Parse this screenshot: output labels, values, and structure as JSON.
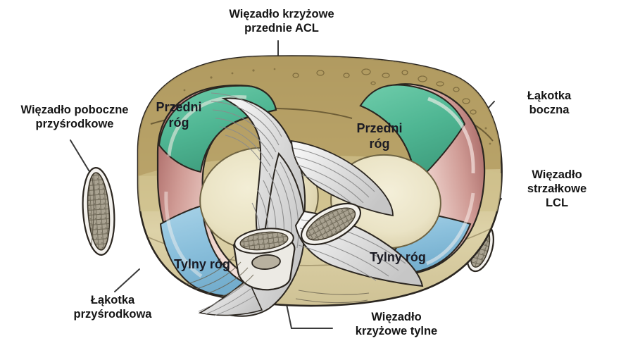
{
  "diagram": {
    "title": "Widok od gory plateau piszczeli - lakotki i wiezadla stawu kolanowego",
    "background_color": "#ffffff",
    "text_color": "#151515"
  },
  "callouts": {
    "acl": {
      "label": "Więzadło krzyżowe\nprzednie ACL"
    },
    "mcl": {
      "label": "Więzadło poboczne\nprzyśrodkowe"
    },
    "lateral_meniscus": {
      "label": "Łąkotka\nboczna"
    },
    "lcl": {
      "label": "Więzadło\nstrzałkowe\nLCL"
    },
    "medial_meniscus": {
      "label": "Łąkotka\nprzyśrodkowa"
    },
    "pcl": {
      "label": "Więzadło\nkrzyżowe tylne"
    }
  },
  "inner_labels": {
    "anterior_horn_medial": {
      "label": "Przedni\nróg"
    },
    "anterior_horn_lateral": {
      "label": "Przedni\nróg"
    },
    "posterior_horn_medial": {
      "label": "Tylny róg"
    },
    "posterior_horn_lateral": {
      "label": "Tylny róg"
    }
  },
  "colors": {
    "anterior_horn_green": "#55bf9a",
    "posterior_horn_blue": "#8cc0dd",
    "meniscus_rim_pink": "#e3b3ad",
    "meniscus_rim_dark": "#b0706c",
    "condyle_cream": "#e9e3c4",
    "bone_tan": "#b9a36b",
    "bone_light": "#d8cda0",
    "ligament_gray": "#d9d9d9",
    "outline": "#2b2620",
    "leader_line": "#3a3a3a"
  },
  "chart_data": {
    "type": "diagram",
    "view": "superior view of right tibial plateau",
    "structures": [
      {
        "name": "medial meniscus",
        "side": "left",
        "parts": [
          "anterior horn (green)",
          "body (pink rim)",
          "posterior horn (blue)"
        ]
      },
      {
        "name": "lateral meniscus",
        "side": "right",
        "parts": [
          "anterior horn (green)",
          "body (pink rim)",
          "posterior horn (blue)"
        ]
      },
      {
        "name": "anterior cruciate ligament",
        "abbr": "ACL"
      },
      {
        "name": "posterior cruciate ligament",
        "abbr": "PCL"
      },
      {
        "name": "medial collateral ligament",
        "abbr": "MCL",
        "side": "left"
      },
      {
        "name": "fibular collateral ligament",
        "abbr": "LCL",
        "side": "right"
      }
    ]
  }
}
